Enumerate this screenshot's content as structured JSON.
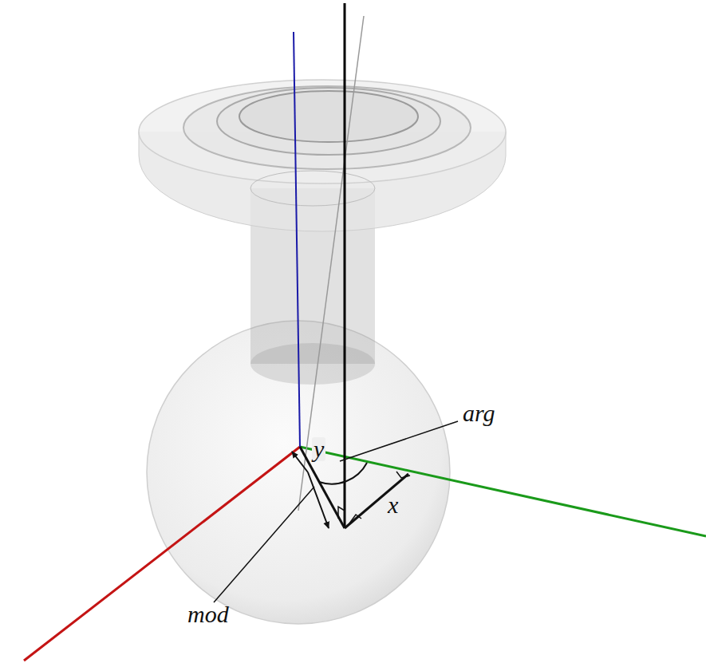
{
  "diagram": {
    "labels": [
      "y",
      "arg",
      "x",
      "mod"
    ]
  }
}
